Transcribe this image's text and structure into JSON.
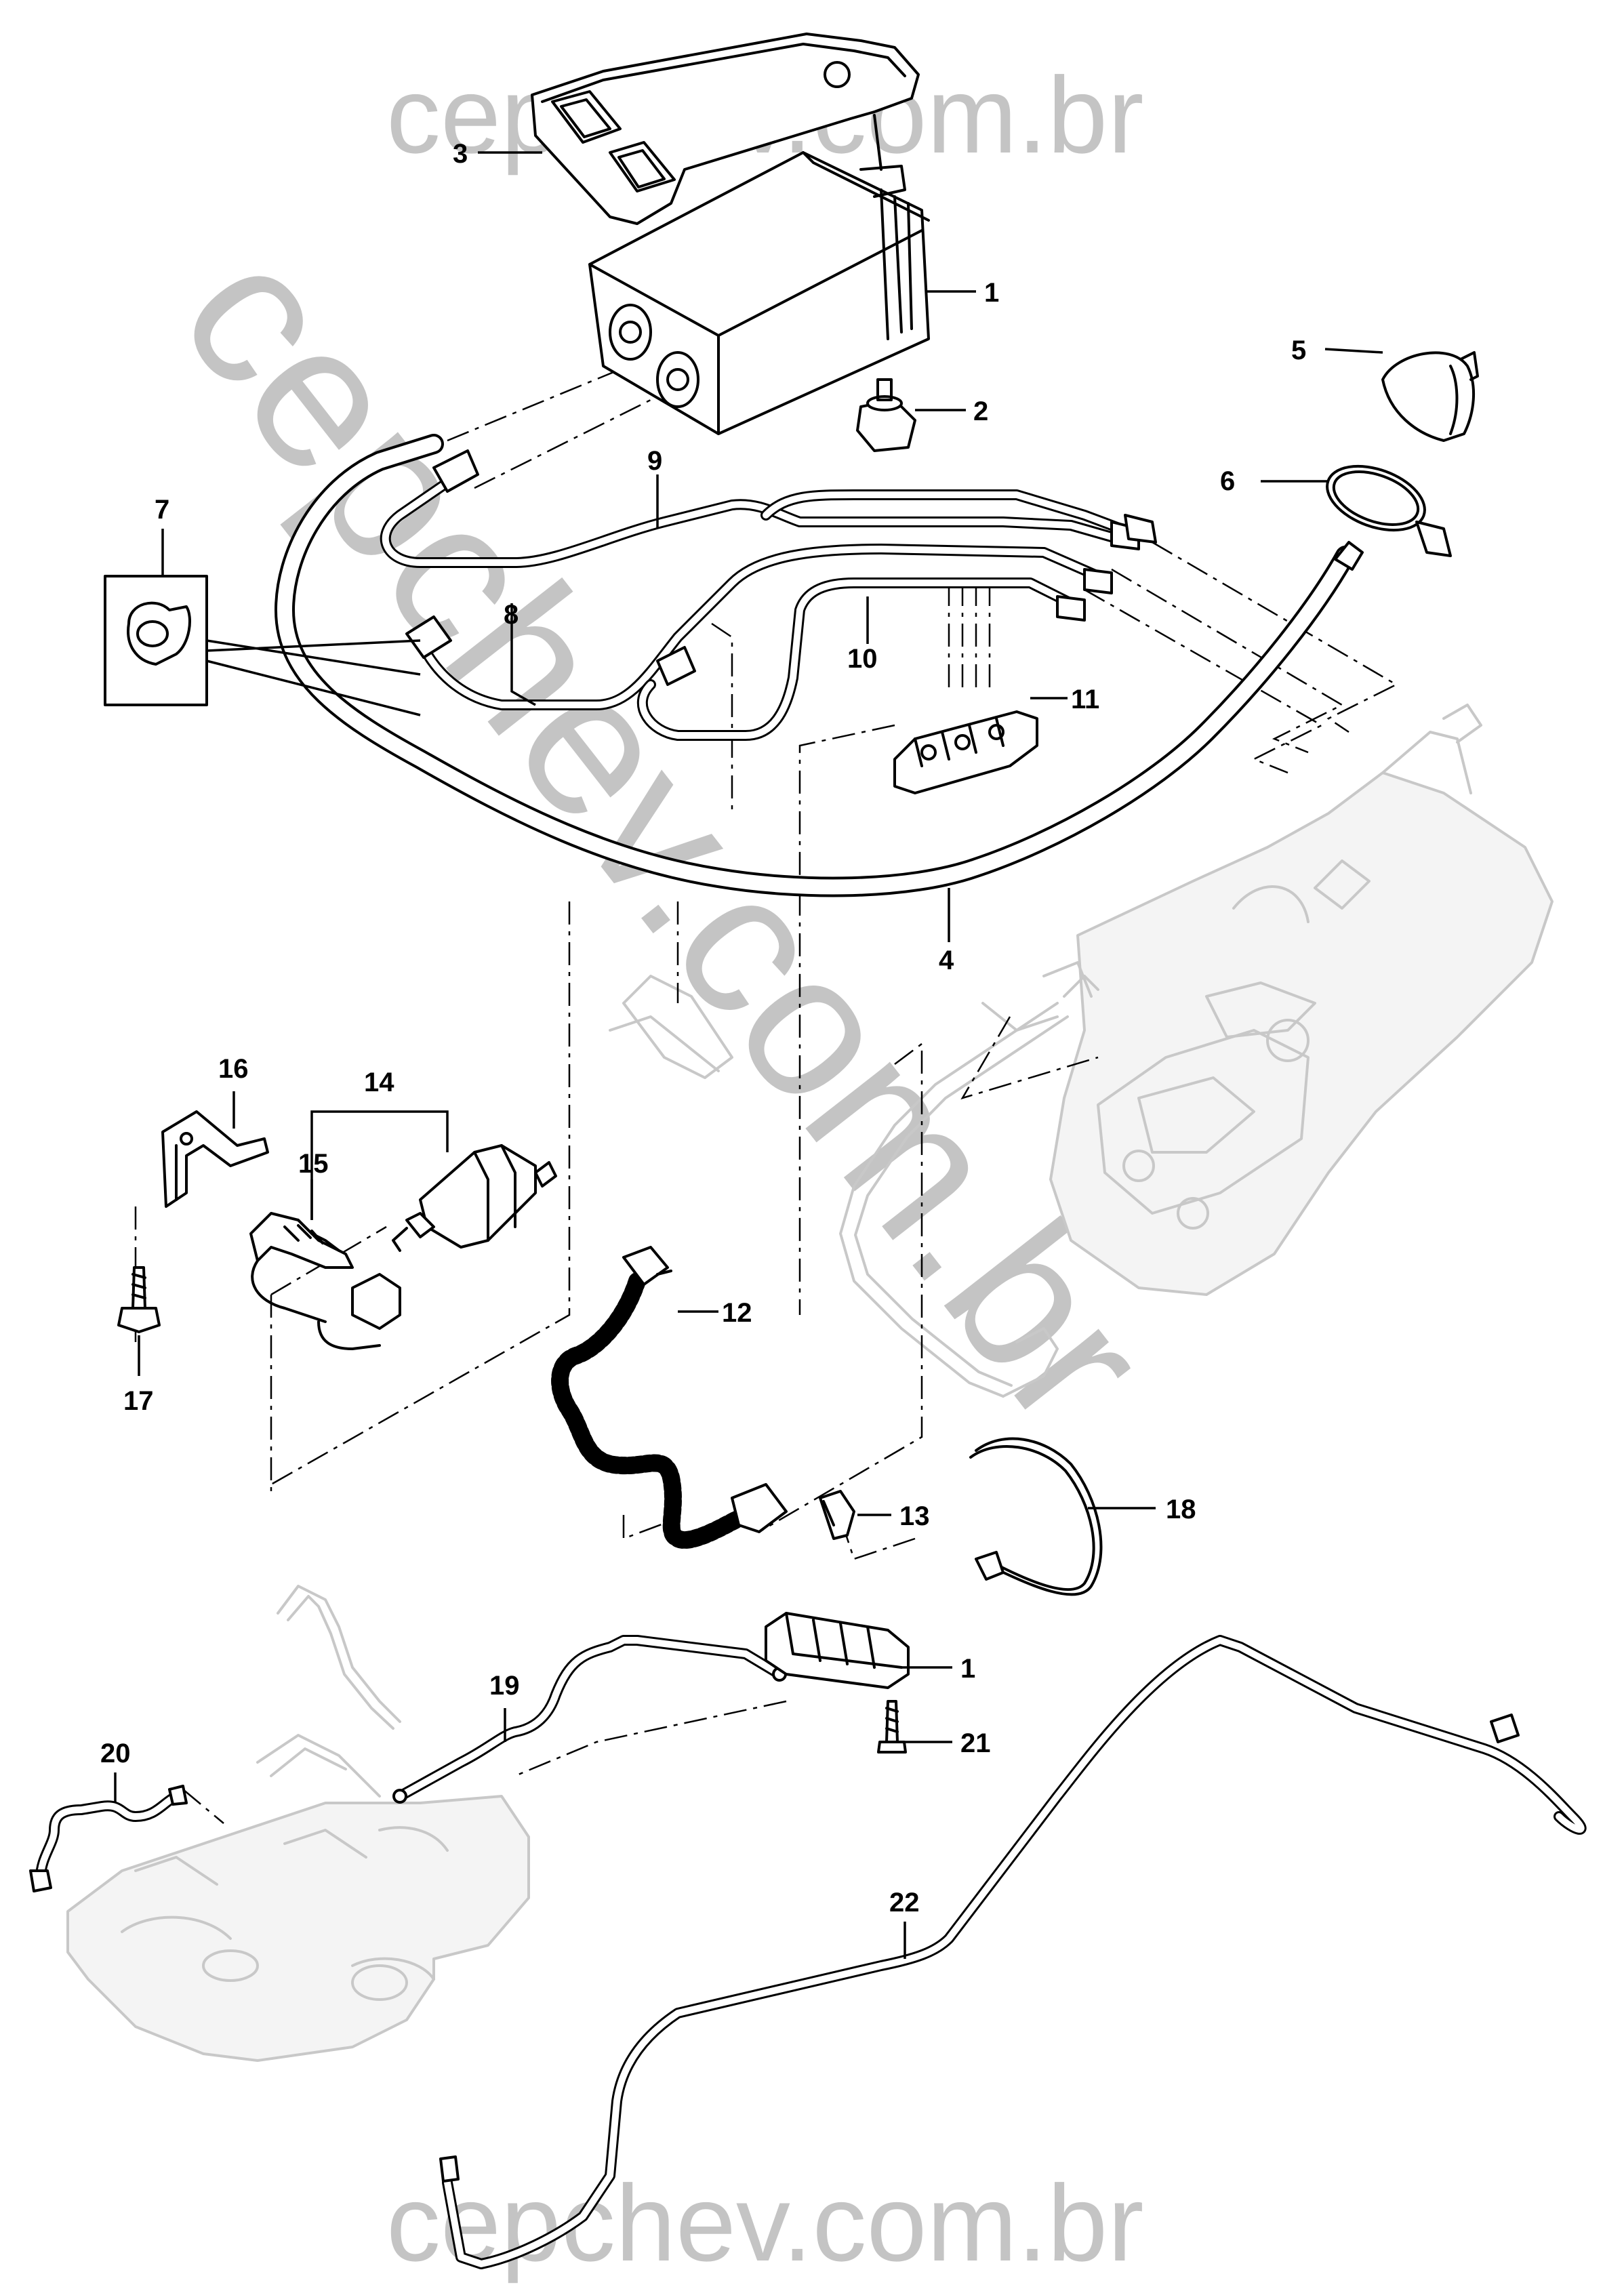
{
  "watermarks": {
    "top": "cepchev.com.br",
    "diagonal": "cepchev.com.br",
    "bottom": "cepchev.com.br"
  },
  "callouts": [
    {
      "id": "c1a",
      "label": "1"
    },
    {
      "id": "c2",
      "label": "2"
    },
    {
      "id": "c3",
      "label": "3"
    },
    {
      "id": "c4",
      "label": "4"
    },
    {
      "id": "c5",
      "label": "5"
    },
    {
      "id": "c6",
      "label": "6"
    },
    {
      "id": "c7",
      "label": "7"
    },
    {
      "id": "c8",
      "label": "8"
    },
    {
      "id": "c9",
      "label": "9"
    },
    {
      "id": "c10",
      "label": "10"
    },
    {
      "id": "c11",
      "label": "11"
    },
    {
      "id": "c12",
      "label": "12"
    },
    {
      "id": "c13",
      "label": "13"
    },
    {
      "id": "c14",
      "label": "14"
    },
    {
      "id": "c15",
      "label": "15"
    },
    {
      "id": "c16",
      "label": "16"
    },
    {
      "id": "c17",
      "label": "17"
    },
    {
      "id": "c18",
      "label": "18"
    },
    {
      "id": "c19",
      "label": "19"
    },
    {
      "id": "c1b",
      "label": "1"
    },
    {
      "id": "c20",
      "label": "20"
    },
    {
      "id": "c21",
      "label": "21"
    },
    {
      "id": "c22",
      "label": "22"
    }
  ]
}
